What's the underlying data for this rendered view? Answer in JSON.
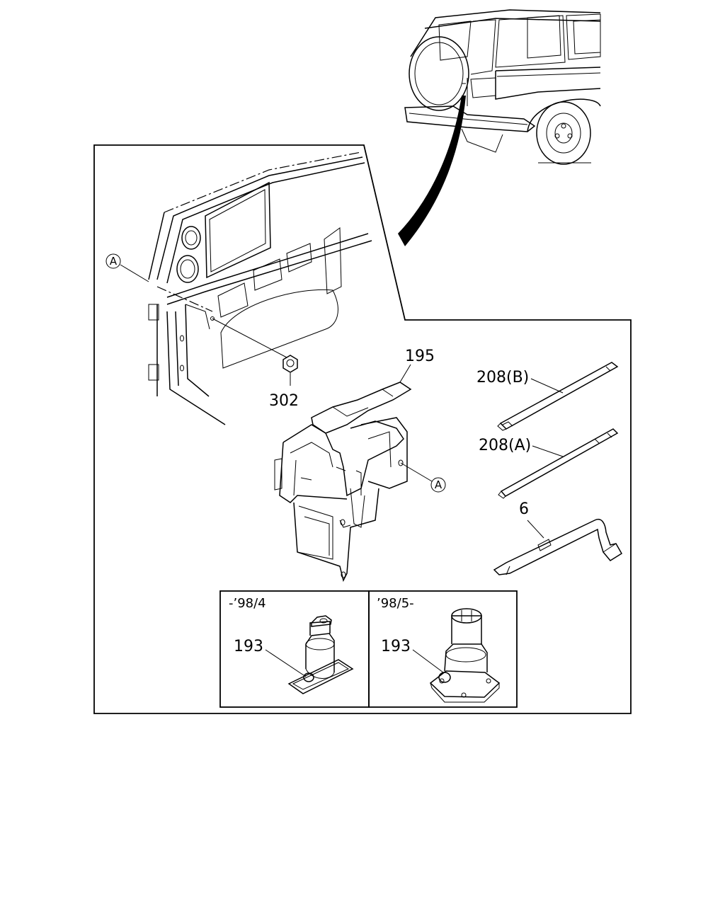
{
  "labels": {
    "cover": "195",
    "nut": "302",
    "handle_b": "208(B)",
    "handle_a": "208(A)",
    "wrench": "6",
    "jack_early": "193",
    "jack_late": "193"
  },
  "callouts": {
    "a_left": "A",
    "a_right": "A"
  },
  "insets": {
    "left_title": "-’98/4",
    "right_title": "’98/5-"
  }
}
